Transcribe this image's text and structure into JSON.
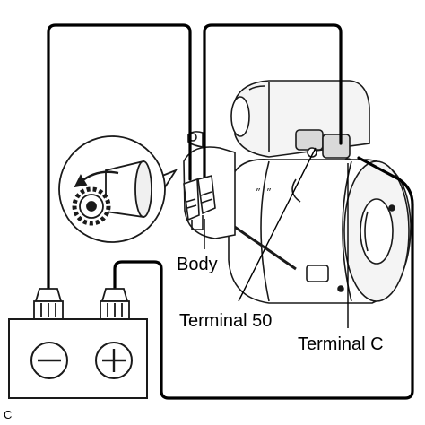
{
  "labels": {
    "body": "Body",
    "terminal_50": "Terminal 50",
    "terminal_c": "Terminal C",
    "corner_code": "C"
  },
  "battery": {
    "negative_symbol": "−",
    "positive_symbol": "+"
  },
  "colors": {
    "wire": "#000000",
    "outline": "#1a1a1a",
    "shade": "#d9d9d9",
    "background": "#ffffff"
  }
}
